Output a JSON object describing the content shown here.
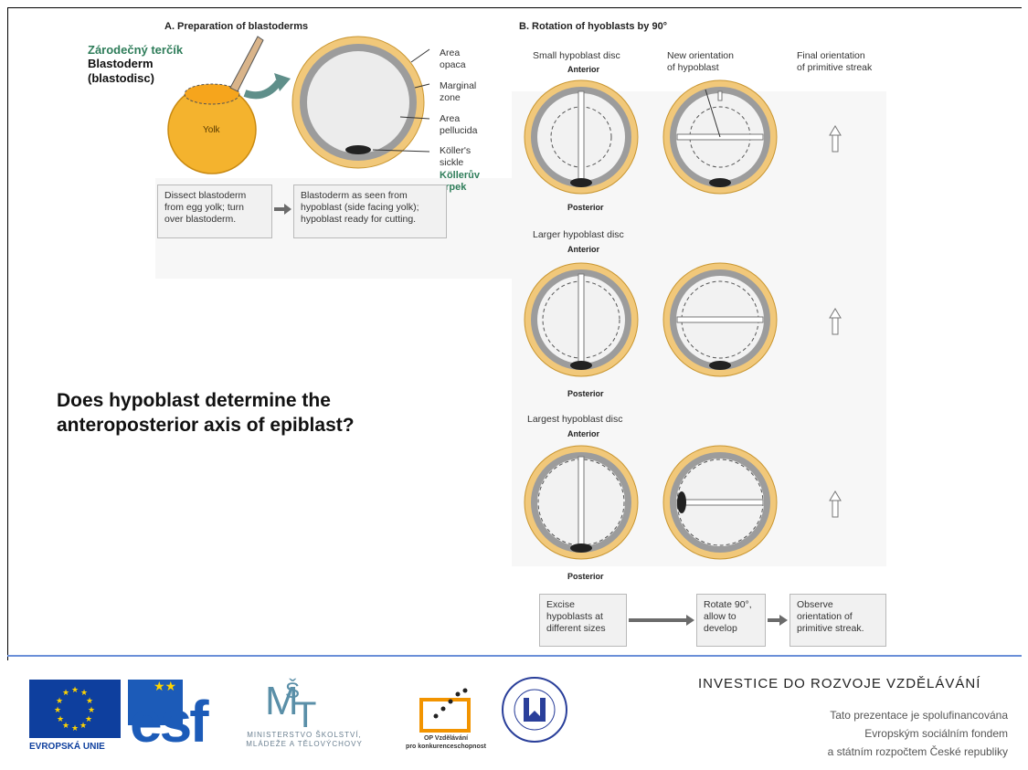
{
  "panel_a": {
    "title": "A. Preparation of blastoderms",
    "czech_blastoderm": "Zárodečný terčík",
    "blastoderm": "Blastoderm\n(blastodisc)",
    "yolk": "Yolk",
    "area_opaca": "Area\nopaca",
    "marginal_zone": "Marginal\nzone",
    "area_pellucida": "Area\npellucida",
    "kollers_sickle": "Köller's\nsickle",
    "czech_koller": "Köllerův\nsrpek",
    "step1": "Dissect blastoderm\nfrom egg yolk; turn\nover blastoderm.",
    "step2": "Blastoderm as seen from\nhypoblast (side facing yolk);\nhypoblast ready for cutting."
  },
  "panel_b": {
    "title": "B. Rotation of hyoblasts by 90°",
    "col_small": "Small hypoblast disc",
    "col_new": "New orientation\nof hypoblast",
    "col_final": "Final orientation\nof primitive streak",
    "larger": "Larger hypoblast disc",
    "largest": "Largest hypoblast disc",
    "anterior": "Anterior",
    "posterior": "Posterior",
    "step1": "Excise\nhypoblasts at\ndifferent sizes",
    "step2": "Rotate 90°,\nallow to\ndevelop",
    "step3": "Observe\norientation of\nprimitive streak."
  },
  "question": "Does hypoblast determine the\nanteroposterior axis of epiblast?",
  "footer": {
    "eu": "EVROPSKÁ UNIE",
    "esf": "esf",
    "msmt": "MINISTERSTVO ŠKOLSTVÍ,\nMLÁDEŽE A TĚLOVÝCHOVY",
    "op": "OP Vzdělávání\npro konkurenceschopnost",
    "invest": "INVESTICE DO ROZVOJE VZDĚLÁVÁNÍ",
    "cofin": "Tato prezentace je spolufinancována\nEvropským sociálním fondem\na státním rozpočtem České republiky",
    "colors": {
      "eu_blue": "#0e3f9e",
      "esf_blue": "#1c5bb8",
      "msmt_teal": "#5a8fa8",
      "op_orange": "#f29400",
      "muni_blue": "#2a3f9a"
    }
  }
}
